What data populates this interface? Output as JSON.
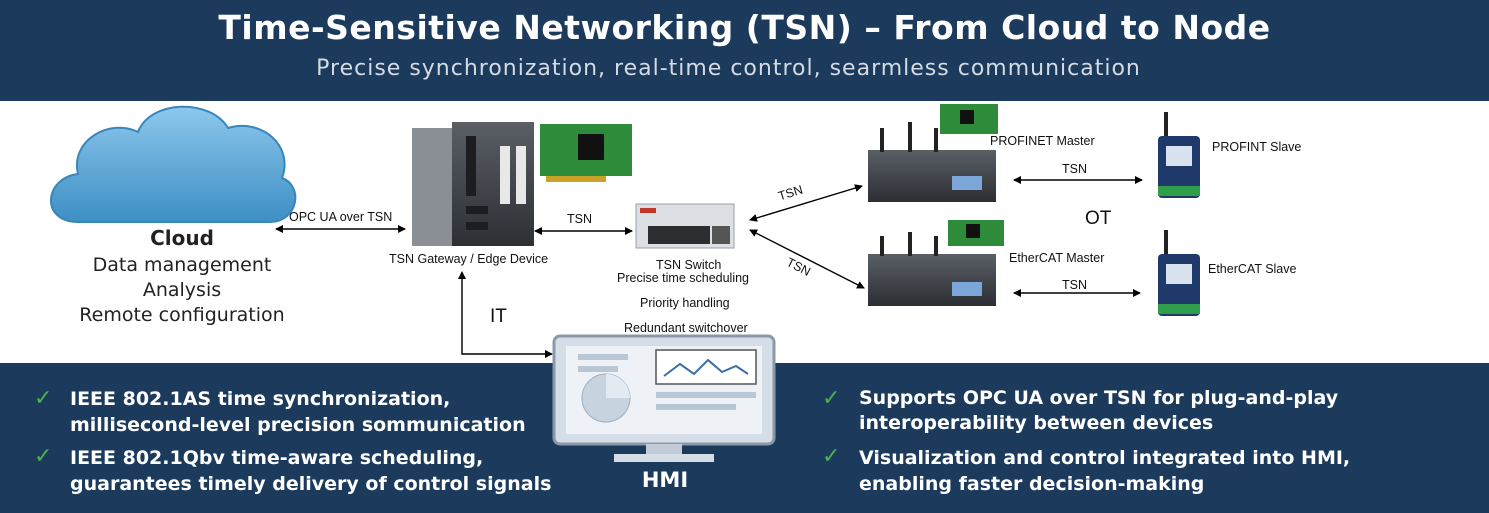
{
  "header": {
    "title": "Time-Sensitive Networking (TSN) – From Cloud to Node",
    "subtitle": "Precise synchronization, real-time control, searmless communication"
  },
  "cloud": {
    "title": "Cloud",
    "lines": [
      "Data management",
      "Analysis",
      "Remote configuration"
    ]
  },
  "gateway": {
    "label": "TSN Gateway / Edge Device"
  },
  "switch": {
    "label": "TSN Switch",
    "features": [
      "Precise time scheduling",
      "Priority handling",
      "Redundant switchover"
    ]
  },
  "links": {
    "cloud_gateway": "OPC UA over TSN",
    "gateway_switch": "TSN",
    "switch_profinet": "TSN",
    "switch_ethercat": "TSN",
    "profinet_link": "TSN",
    "ethercat_link": "TSN",
    "it": "IT",
    "ot": "OT"
  },
  "masters": {
    "profinet": "PROFINET Master",
    "ethercat": "EtherCAT Master"
  },
  "slaves": {
    "profinet": "PROFINT Slave",
    "ethercat": "EtherCAT Slave"
  },
  "hmi": {
    "label": "HMI"
  },
  "features_left": [
    [
      "IEEE 802.1AS time synchronization,",
      "millisecond-level precision sommunication"
    ],
    [
      "IEEE 802.1Qbv time-aware scheduling,",
      "guarantees timely delivery of control signals"
    ]
  ],
  "features_right": [
    [
      "Supports OPC UA over TSN for plug-and-play",
      "interoperability between devices"
    ],
    [
      "Visualization and control integrated into HMI,",
      "enabling faster decision-making"
    ]
  ],
  "colors": {
    "header_bg": "#1b3a5c",
    "check": "#4caf50",
    "cloud": "#4a9fd0",
    "pcb": "#2e8b3a"
  }
}
